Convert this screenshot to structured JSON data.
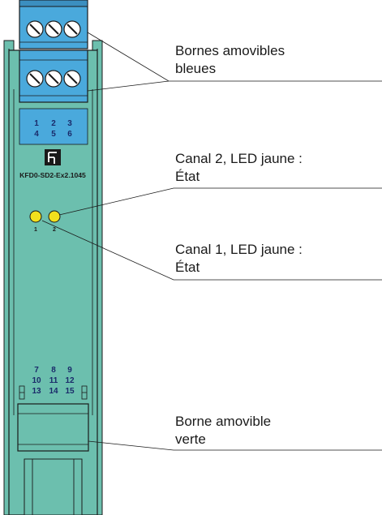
{
  "device": {
    "model": "KFD0-SD2-Ex2.1045",
    "logo_icon": "pepperl-fuchs-logo-icon",
    "top_terminal_numbers": [
      "1",
      "2",
      "3",
      "4",
      "5",
      "6"
    ],
    "bottom_terminal_numbers": [
      "7",
      "8",
      "9",
      "10",
      "11",
      "12",
      "13",
      "14",
      "15"
    ],
    "led_labels": [
      "1",
      "2"
    ],
    "colors": {
      "housing": "#6cbfae",
      "blue_terminal": "#4aa9dc",
      "green_terminal": "#6cbfae",
      "led": "#f2e01d"
    }
  },
  "callouts": {
    "blue_terminals": [
      "Bornes amovibles",
      "bleues"
    ],
    "led_channel2": [
      "Canal 2, LED jaune :",
      "État"
    ],
    "led_channel1": [
      "Canal 1, LED jaune :",
      "État"
    ],
    "green_terminal": [
      "Borne amovible",
      "verte"
    ]
  }
}
